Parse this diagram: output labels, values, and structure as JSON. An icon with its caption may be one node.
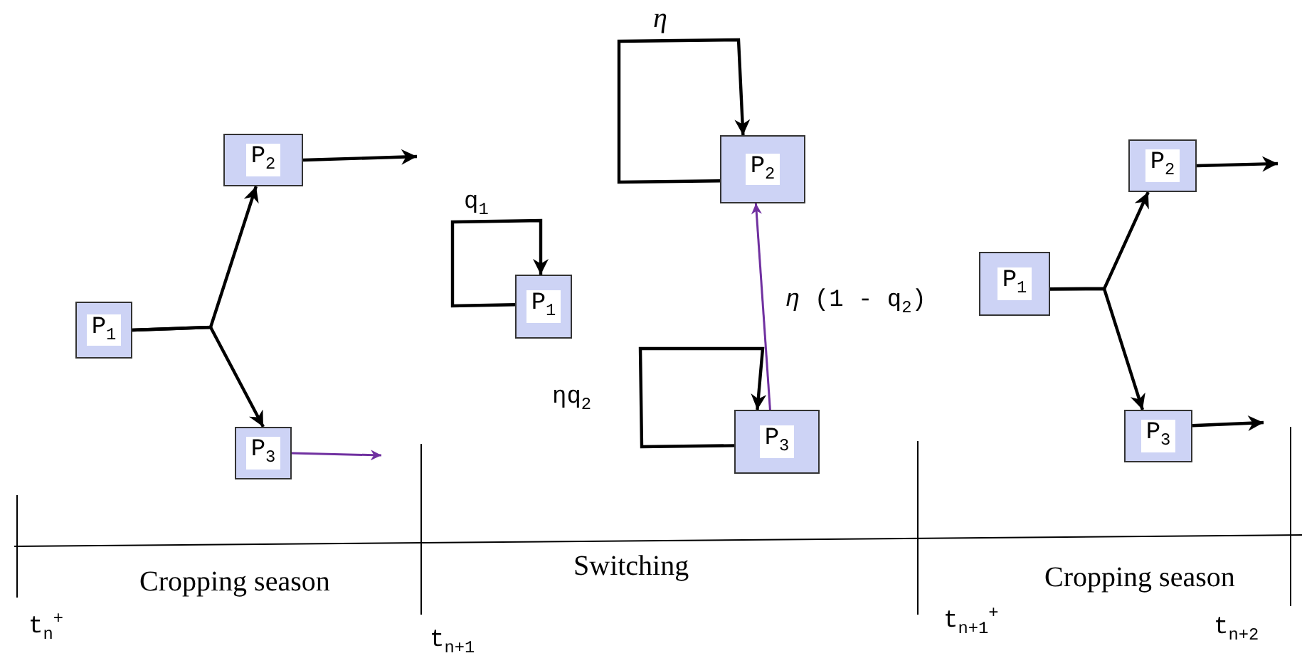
{
  "diagram": {
    "nodes": [
      {
        "text": [
          "P$_{1}$"
        ]
      },
      {
        "text": [
          "P$_{2}$"
        ]
      },
      {
        "text": [
          "P$_{3}$"
        ]
      },
      {
        "text": [
          "P$_{1}$"
        ]
      },
      {
        "text": [
          "P$_{2}$"
        ]
      },
      {
        "text": [
          "P$_{3}$"
        ]
      },
      {
        "text": [
          "P$_{1}$"
        ]
      },
      {
        "text": [
          "P$_{2}$"
        ]
      },
      {
        "text": [
          "P$_{3}$"
        ]
      }
    ],
    "edges": [
      {
        "from": 0,
        "to": 1,
        "arrow": "to"
      },
      {
        "from": 0,
        "to": 2,
        "arrow": "to"
      },
      {
        "from": 1,
        "to": null,
        "arrow": "to"
      },
      {
        "from": 2,
        "to": null,
        "arrow": "to",
        "color": "#7030a0"
      },
      {
        "from": 3,
        "to": 3,
        "arrow": "to",
        "label": "q$_{1}$"
      },
      {
        "from": 4,
        "to": 4,
        "arrow": "to",
        "label": "η"
      },
      {
        "from": 5,
        "to": 5,
        "arrow": "to",
        "label": "ηq$_{2}$"
      },
      {
        "from": 5,
        "to": 4,
        "arrow": "to",
        "label": "*η* (1 - q$_{2}$)",
        "color": "#7030a0"
      },
      {
        "from": 6,
        "to": 7,
        "arrow": "to"
      },
      {
        "from": 6,
        "to": 8,
        "arrow": "to"
      },
      {
        "from": 7,
        "to": null,
        "arrow": "to"
      },
      {
        "from": 8,
        "to": null,
        "arrow": "to"
      }
    ],
    "labels": [
      "Cropping season",
      "Switching",
      "Cropping season",
      "t$_{n}$$^{+}$",
      "t$_{n+1}$",
      "t$_{n+1}$$^{+}$",
      "t$_{n+2}$"
    ]
  }
}
